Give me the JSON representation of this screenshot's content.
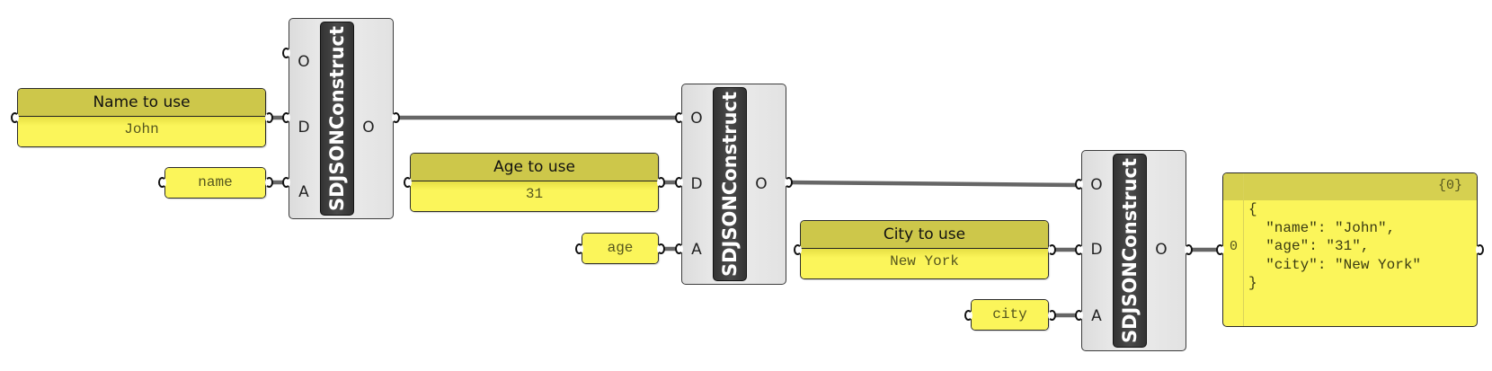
{
  "canvas": {
    "wire_color": "#666666",
    "panel_color": "#fbf55a",
    "panel_title_color": "#cdc74a"
  },
  "components": [
    {
      "name": "SDJSONConstruct",
      "inputs": [
        "O",
        "D",
        "A"
      ],
      "outputs": [
        "O"
      ]
    },
    {
      "name": "SDJSONConstruct",
      "inputs": [
        "O",
        "D",
        "A"
      ],
      "outputs": [
        "O"
      ]
    },
    {
      "name": "SDJSONConstruct",
      "inputs": [
        "O",
        "D",
        "A"
      ],
      "outputs": [
        "O"
      ]
    }
  ],
  "panels": {
    "name_data": {
      "title": "Name to use",
      "value": "John"
    },
    "name_key": {
      "value": "name"
    },
    "age_data": {
      "title": "Age to use",
      "value": "31"
    },
    "age_key": {
      "value": "age"
    },
    "city_data": {
      "title": "City to use",
      "value": "New York"
    },
    "city_key": {
      "value": "city"
    }
  },
  "output_panel": {
    "path": "{0}",
    "index": "0",
    "text": "{\n  \"name\": \"John\",\n  \"age\": \"31\",\n  \"city\": \"New York\"\n}"
  }
}
